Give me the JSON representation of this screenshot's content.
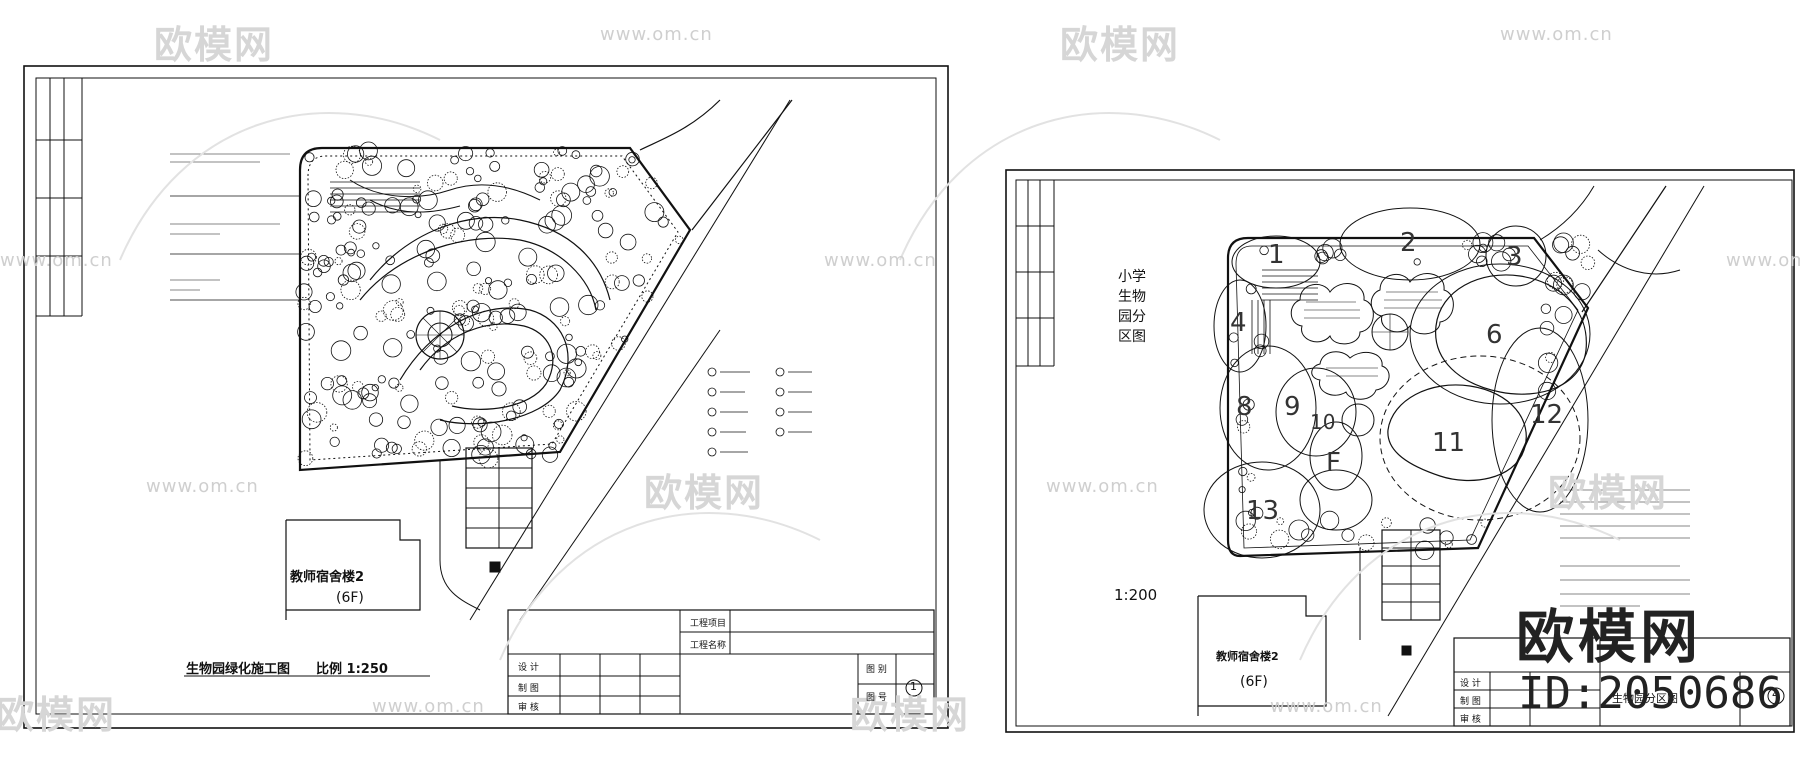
{
  "watermark": {
    "brand": "欧模网",
    "url": "www.om.cn"
  },
  "left_sheet": {
    "building_label": "教师宿舍楼2",
    "floors": "(6F)",
    "drawing_title": "生物园绿化施工图",
    "scale_text": "比例 1:250",
    "title_block": {
      "project_label": "工程项目",
      "name_label": "工程名称",
      "design": "设 计",
      "draw": "制 图",
      "review": "审 核",
      "drawing_no_label": "图 别",
      "sheet_no_label": "图 号",
      "sheet_number": "1"
    }
  },
  "right_sheet": {
    "title_lines": [
      "小学",
      "生物",
      "园分",
      "区图"
    ],
    "scale_text": "1:200",
    "building_label": "教师宿舍楼2",
    "floors": "(6F)",
    "zone_numbers": [
      "1",
      "2",
      "3",
      "4",
      "6",
      "8",
      "9",
      "10",
      "11",
      "12",
      "13",
      "F"
    ],
    "title_block": {
      "design": "设 计",
      "draw": "制 图",
      "review": "审 核",
      "drawing_title": "生物园分区图",
      "sheet_number": "4"
    }
  },
  "overlay": {
    "brand_large": "欧模网",
    "id_text": "ID:2050686"
  }
}
